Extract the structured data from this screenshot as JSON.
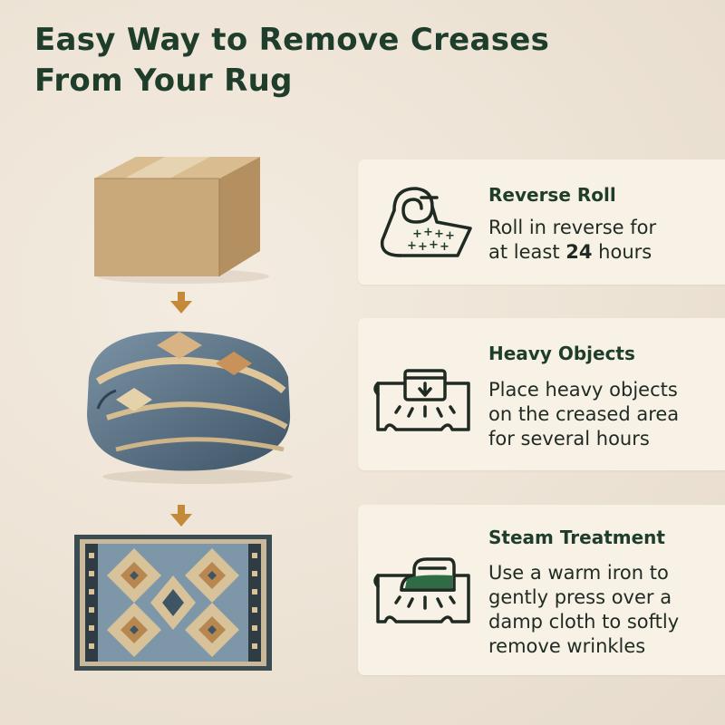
{
  "title": {
    "line1": "Easy Way to Remove Creases",
    "line2": "From Your Rug"
  },
  "steps": [
    {
      "heading": "Reverse Roll",
      "desc_line1": "Roll in reverse for",
      "desc_prefix": "at least ",
      "desc_bold": "24",
      "desc_suffix": " hours",
      "icon": "rolled-rug-icon"
    },
    {
      "heading": "Heavy Objects",
      "desc_lines": [
        "Place heavy objects",
        "on the creased area",
        "for several hours"
      ],
      "icon": "weight-on-rug-icon"
    },
    {
      "heading": "Steam Treatment",
      "desc_lines": [
        "Use a warm iron to",
        "gently press over a",
        "damp cloth to softly",
        "remove wrinkles"
      ],
      "icon": "iron-on-rug-icon"
    }
  ],
  "colors": {
    "heading": "#1f3d2b",
    "card_bg": "#f7f1e6",
    "page_bg": "#efe6d9",
    "arrow": "#c48a3a"
  }
}
